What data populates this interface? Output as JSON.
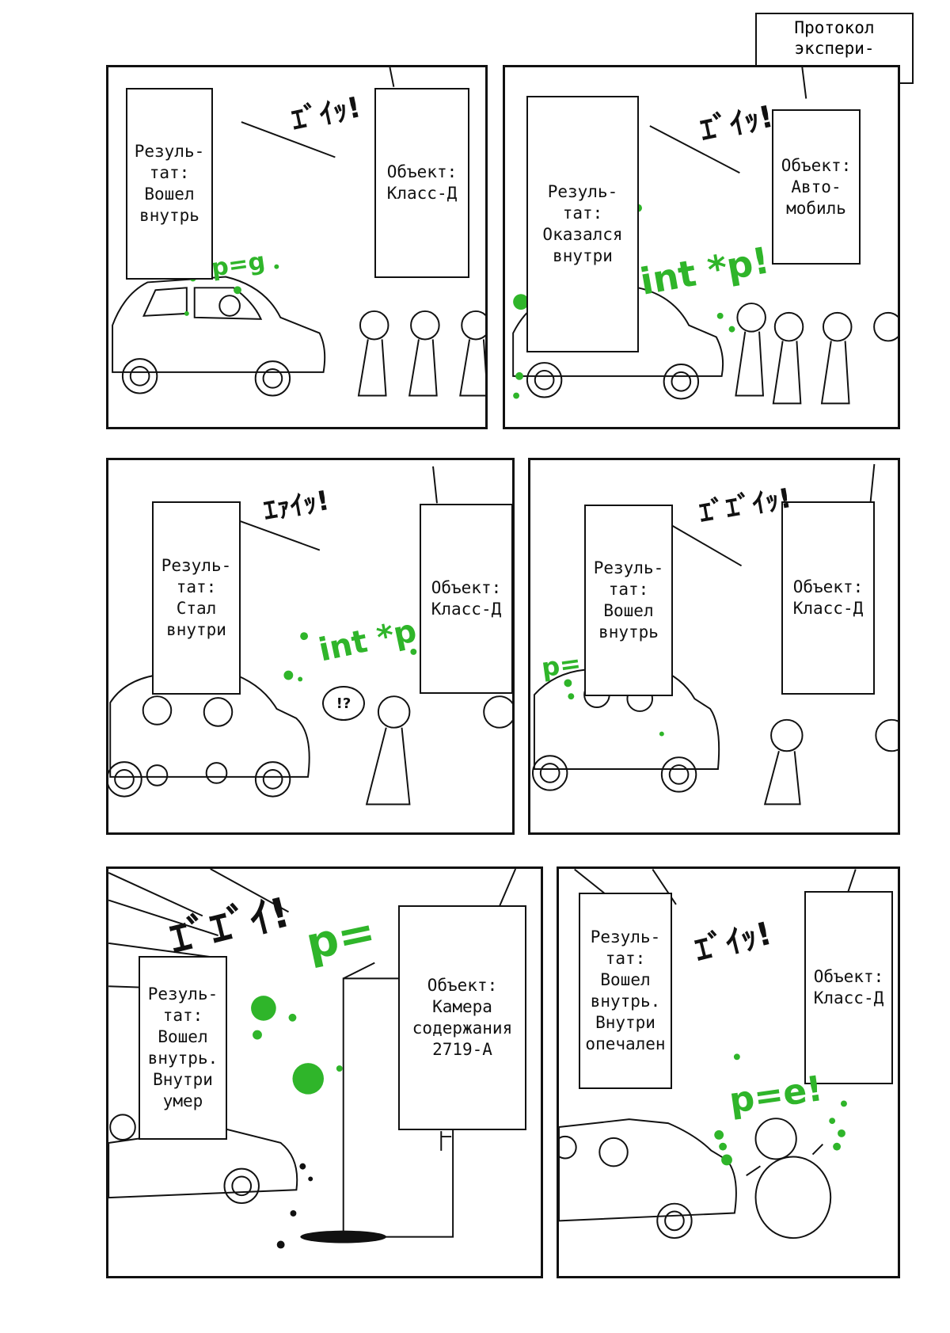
{
  "header": {
    "title": "Протокол\nэкспери-\nментов:"
  },
  "panels": [
    {
      "object": "Объект:\nКласс-Д",
      "result": "Резуль-\nтат:\nВошел\nвнутрь",
      "sfx": "ｴﾞｲｯ!",
      "green_sfx": "p=g"
    },
    {
      "object": "Объект:\nАвто-\nмобиль",
      "result": "Резуль-\nтат:\nОказался\nвнутри",
      "sfx": "ｴﾞｲｯ!",
      "green_sfx": "int *p!"
    },
    {
      "object": "Объект:\nКласс-Д",
      "result": "Резуль-\nтат:\nСтал\nвнутри",
      "sfx": "ｴｧｲｯ!",
      "green_sfx": "int *p",
      "bubble": "!?"
    },
    {
      "object": "Объект:\nКласс-Д",
      "result": "Резуль-\nтат:\nВошел\nвнутрь",
      "sfx": "ｴﾞｴﾞｲｯ!",
      "green_sfx": "p="
    },
    {
      "object": "Объект:\nКамера\nсодержания\n2719-А",
      "result": "Резуль-\nтат:\nВошел\nвнутрь.\nВнутри\nумер",
      "sfx": "ｴﾞｴﾞｲ!",
      "green_sfx": "p="
    },
    {
      "object": "Объект:\nКласс-Д",
      "result": "Резуль-\nтат:\nВошел\nвнутрь.\nВнутри\nопечален",
      "sfx": "ｴﾞｲｯ!",
      "green_sfx": "p=e!"
    }
  ],
  "colors": {
    "ink": "#111111",
    "green": "#2fb52a",
    "paper": "#ffffff"
  }
}
